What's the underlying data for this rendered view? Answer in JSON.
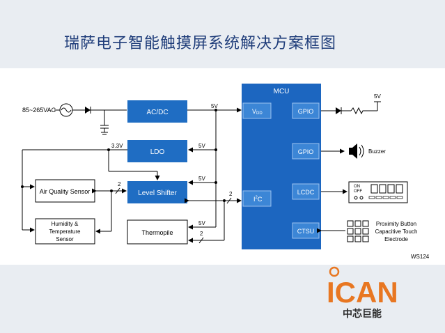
{
  "title": "瑞萨电子智能触摸屏系统解决方案框图",
  "diagram": {
    "input_label": "85~265VAC",
    "blocks": {
      "acdc": "AC/DC",
      "ldo": "LDO",
      "level_shifter": "Level Shifter",
      "air_quality": "Air Quality Sensor",
      "humidity_l1": "Humidity &",
      "humidity_l2": "Temperature",
      "humidity_l3": "Sensor",
      "thermopile": "Thermopile",
      "mcu": "MCU"
    },
    "ports": {
      "vdd_main": "V",
      "vdd_sub": "DD",
      "gpio1": "GPIO",
      "gpio2": "GPIO",
      "i2c_main": "I",
      "i2c_sup": "2",
      "i2c_end": "C",
      "lcdc": "LCDC",
      "ctsu": "CTSU"
    },
    "labels": {
      "v5_acdc": "5V",
      "v33": "3.3V",
      "v5_ldo": "5V",
      "v5_ls": "5V",
      "v5_thermo": "5V",
      "v5_led": "5V",
      "bus2_aq": "2",
      "bus2_i2c": "2",
      "bus2_thermo": "2"
    },
    "buzzer": "Buzzer",
    "lcd": {
      "on": "ON",
      "off": "OFF"
    },
    "touch_l1": "Proximity Button",
    "touch_l2": "Capacitive Touch",
    "touch_l3": "Electrode",
    "ref": "WS124"
  },
  "logo": {
    "wordmark": "ICAN",
    "subtitle": "中芯巨能"
  },
  "colors": {
    "block_blue": "#1f6dc3",
    "mcu_blue": "#1c66c0",
    "title_blue": "#1f3d7a",
    "logo_orange": "#e87722",
    "logo_dark": "#2b2b2b"
  }
}
